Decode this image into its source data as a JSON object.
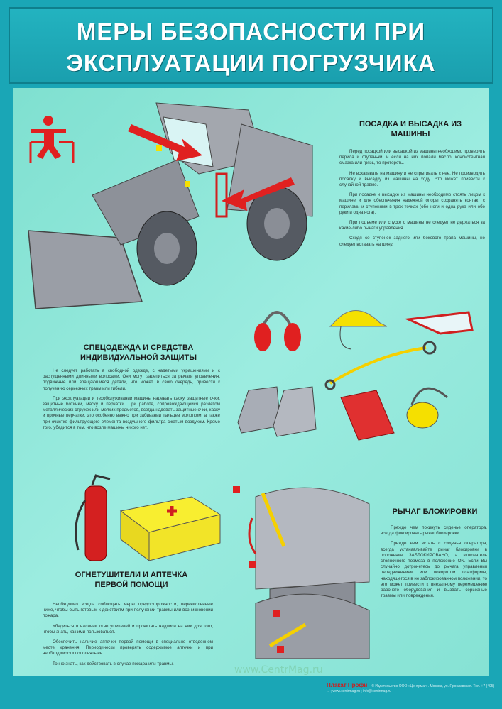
{
  "title": {
    "line1": "МЕРЫ БЕЗОПАСНОСТИ ПРИ",
    "line2": "ЭКСПЛУАТАЦИИ ПОГРУЗЧИКА"
  },
  "sections": [
    {
      "heading": "ПОСАДКА И ВЫСАДКА ИЗ МАШИНЫ",
      "paragraphs": [
        "Перед посадкой или высадкой из машины необходимо проверить перила и ступеньки, и если на них попали масло, консистентная смазка или грязь, то протереть.",
        "Не вскакивать на машину и не спрыгивать с нее. Не производить посадку и высадку из машины на ходу. Это может привести к случайной травме.",
        "При посадке и высадке из машины необходимо стоять лицом к машине и для обеспечения надежной опоры сохранять контакт с перилами и ступенями в трех точках (обе ноги и одна рука или обе руки и одна нога).",
        "При подъеме или спуске с машины не следует не держаться за какие-либо рычаги управления.",
        "Сходя со ступенек заднего или бокового трапа машины, не следует вставать на шину."
      ]
    },
    {
      "heading": "СПЕЦОДЕЖДА И СРЕДСТВА ИНДИВИДУАЛЬНОЙ ЗАЩИТЫ",
      "paragraphs": [
        "Не следует работать в свободной одежде, с надетыми украшениями и с распущенными длинными волосами. Они могут зацепиться за рычаги управления, подвижные или вращающиеся детали, что может, в свою очередь, привести к получению серьезных травм или гибели.",
        "При эксплуатации и техобслуживании машины надевать каску, защитные очки, защитные ботинки, маску и перчатки. При работе, сопровождающейся разлетом металлических стружек или мелких предметов, всегда надевать защитные очки, каску и прочные перчатки, это особенно важно при забивании пальцев молотком, а также при очистке фильтрующего элемента воздушного фильтра сжатым воздухом. Кроме того, убедится в том, что возле машины никого нет."
      ]
    },
    {
      "heading": "ОГНЕТУШИТЕЛИ И АПТЕЧКА ПЕРВОЙ ПОМОЩИ",
      "paragraphs": [
        "Необходимо всегда соблюдать меры предосторожности, перечисленные ниже, чтобы быть готовым к действиям при получении травмы или возникновении пожара.",
        "Убедиться в наличии огнетушителей и прочитать надписи на них для того, чтобы знать, как ими пользоваться.",
        "Обеспечить наличие аптечки первой помощи в специально отведенном месте хранения. Периодически проверять содержимое аптечки и при необходимости пополнять ее.",
        "Точно знать, как действовать в случае пожара или травмы."
      ]
    },
    {
      "heading": "РЫЧАГ БЛОКИРОВКИ",
      "paragraphs": [
        "Прежде чем покинуть сиденье оператора, всегда фиксировать рычаг блокировки.",
        "Прежде чем встать с сиденья оператора, всегда устанавливайте рычаг блокировки в положение ЗАБЛОКИРОВАНО, а включатель стояночного тормоза в положение ON. Если Вы случайно дотронетесь до рычага управления передвижением или поворотом платформы, находящегося в не заблокированном положении, то это может привести к внезапному перемещению рабочего оборудования и вызвать серьезные травмы или повреждения."
      ]
    }
  ],
  "watermark": "www.CentrMag.ru",
  "footer": {
    "logo": "Плакат Профи",
    "text": "© Издательство ООО «Центрмаг». Москва, ул. Ярославская. Тел. +7 (495) ... ; www.centrmag.ru ; info@centrmag.ru"
  },
  "colors": {
    "frame": "#1aa6b6",
    "panel": "#8fe6d8",
    "arrow": "#e02020",
    "helmet": "#f5e000"
  }
}
